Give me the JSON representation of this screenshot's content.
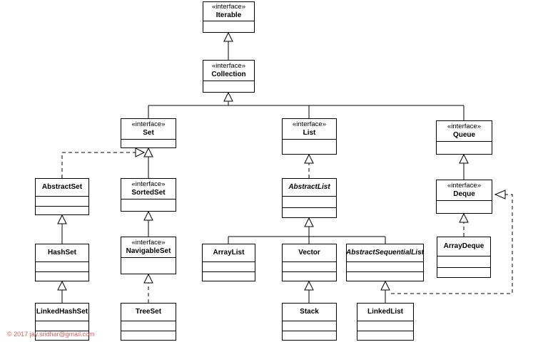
{
  "stereotype": "«interface»",
  "classes": {
    "iterable": "Iterable",
    "collection": "Collection",
    "set": "Set",
    "list": "List",
    "queue": "Queue",
    "abstractset": "AbstractSet",
    "sortedset": "SortedSet",
    "abstractlist": "AbstractList",
    "deque": "Deque",
    "hashset": "HashSet",
    "navigableset": "NavigableSet",
    "arraylist": "ArrayList",
    "vector": "Vector",
    "abstractsequentiallist": "AbstractSequentialList",
    "arraydeque": "ArrayDeque",
    "linkedhashset": "LinkedHashSet",
    "treeset": "TreeSet",
    "stack": "Stack",
    "linkedlist": "LinkedList"
  },
  "copyright": "© 2017 jay.sridhar@gmail.com"
}
